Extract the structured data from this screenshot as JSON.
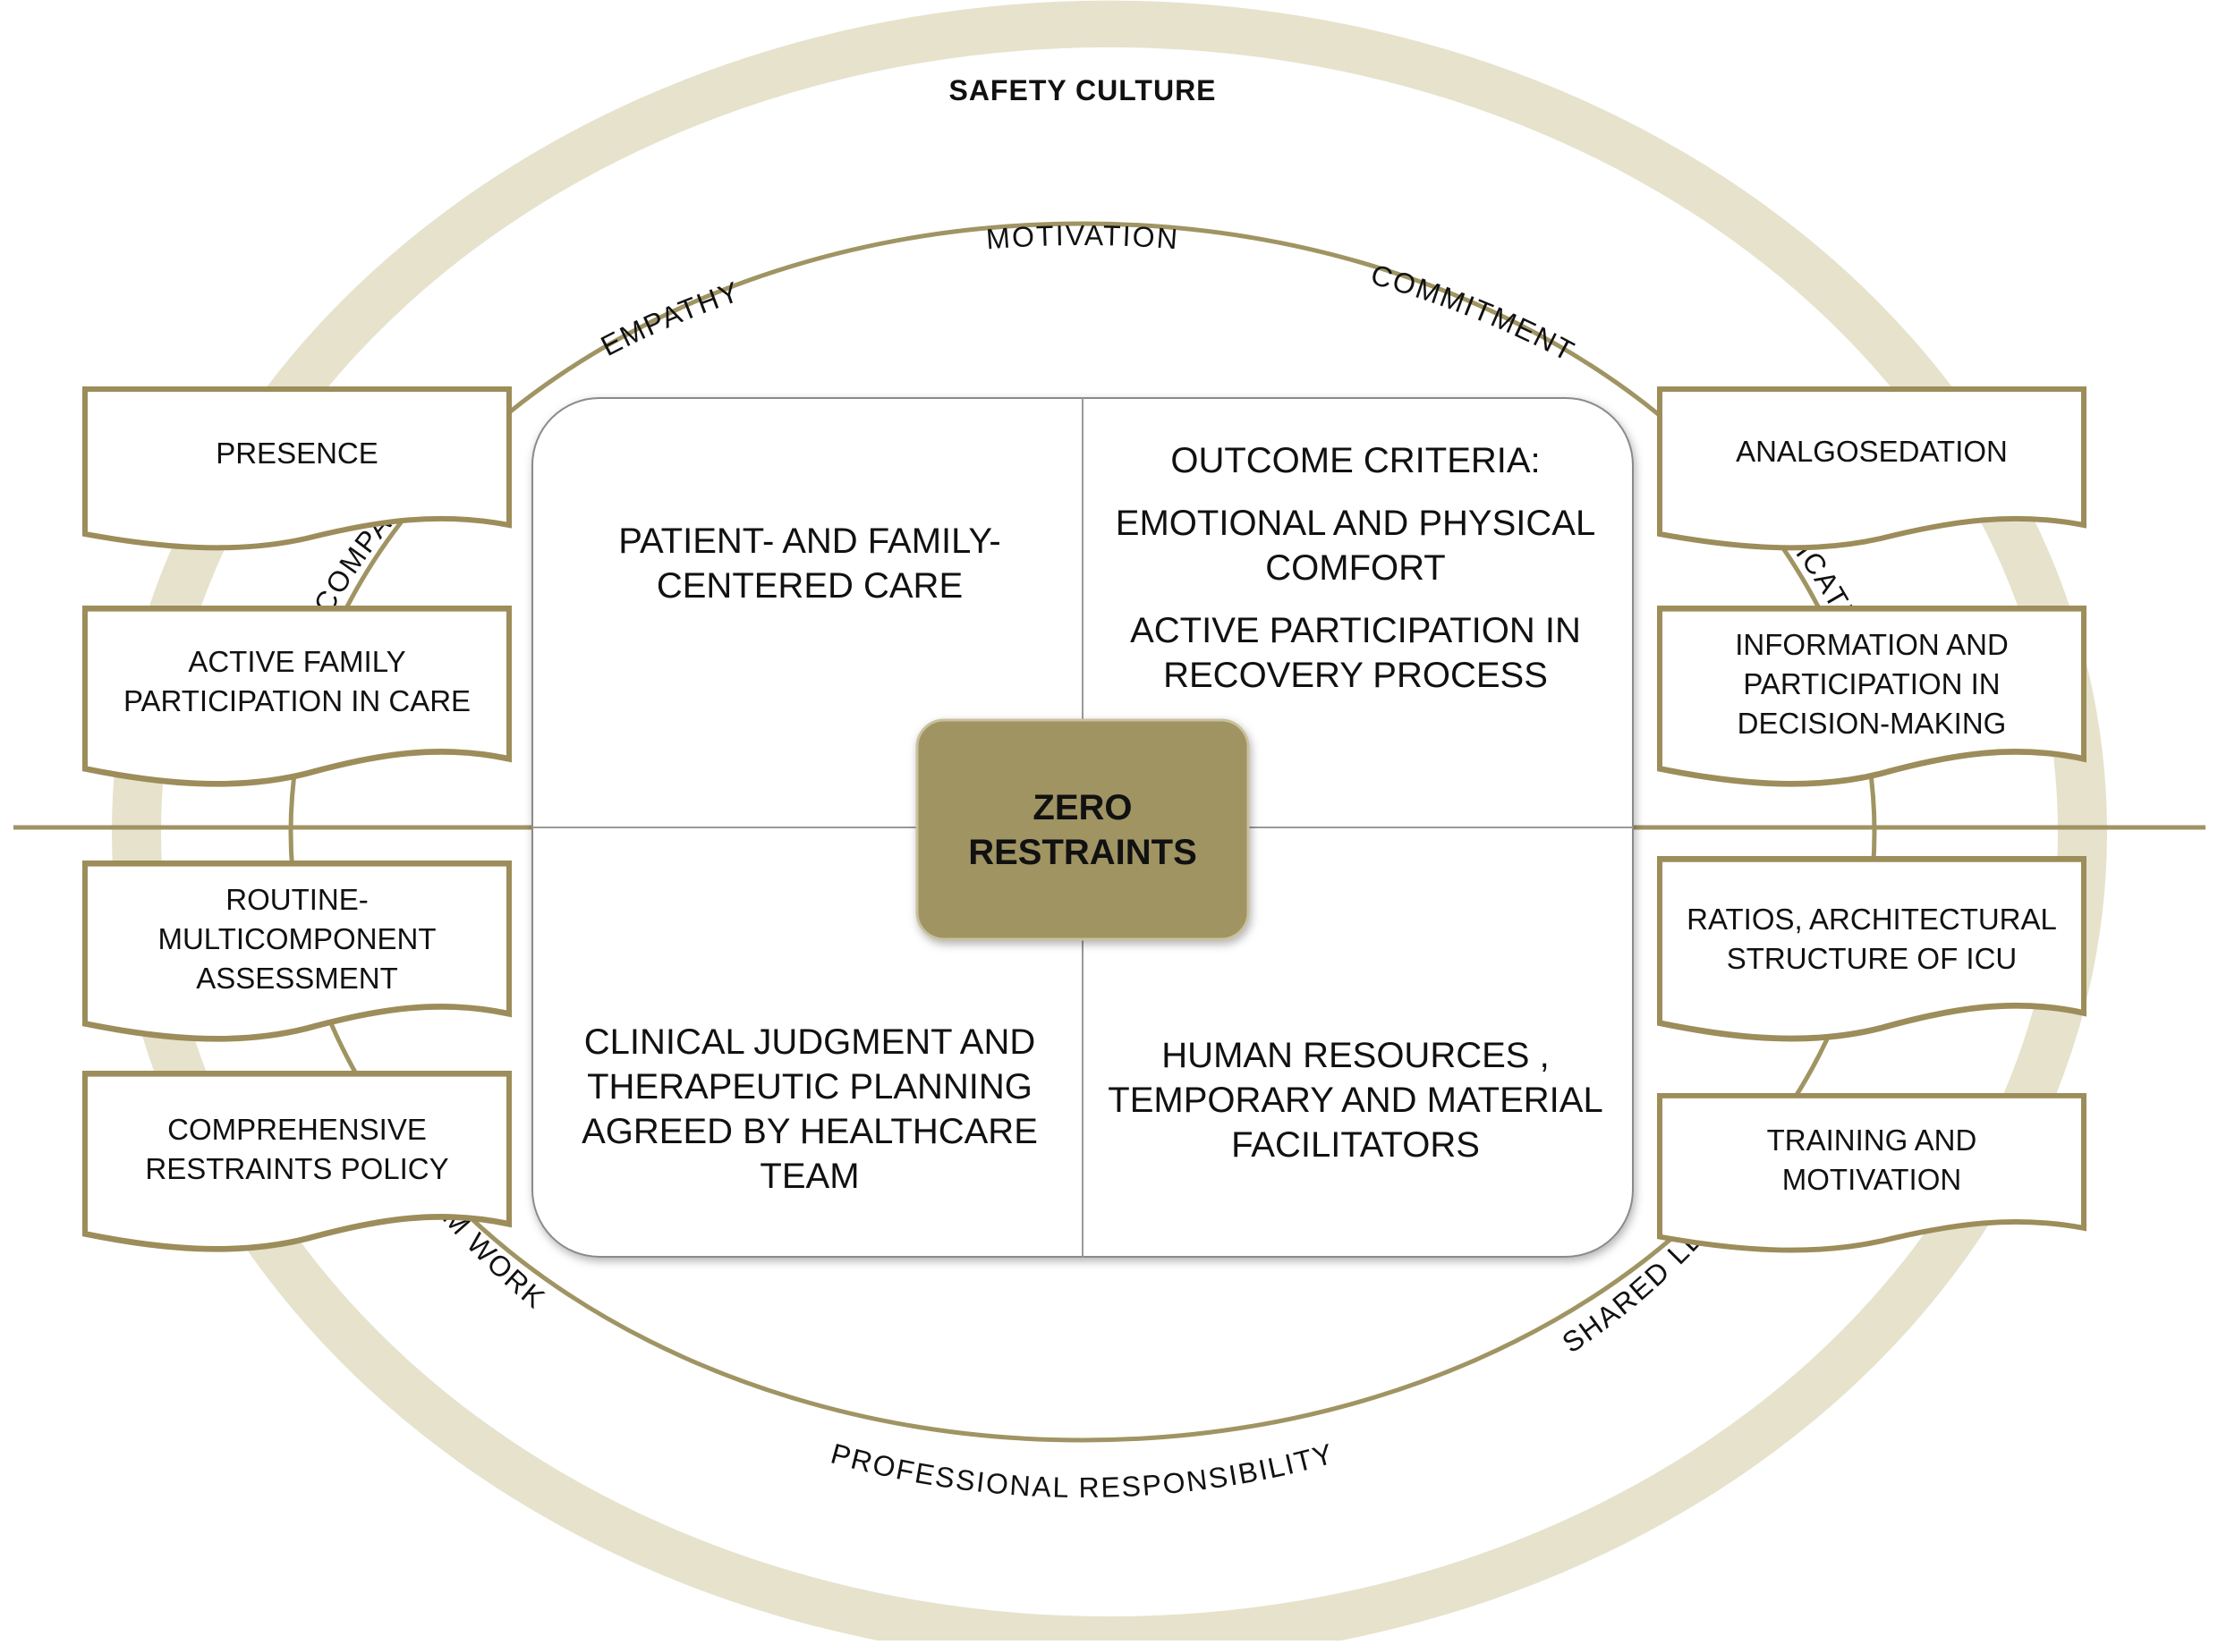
{
  "ring": {
    "title": "SAFETY CULTURE"
  },
  "values_top": [
    "COMPASSION",
    "EMPATHY",
    "MOTIVATION",
    "COMMITMENT",
    "COMMUNICATION"
  ],
  "values_bottom": [
    "TEAM WORK",
    "PROFESSIONAL RESPONSIBILITY",
    "SHARED LEADERSHIP"
  ],
  "left_boxes": [
    "PRESENCE",
    "ACTIVE FAMILY\nPARTICIPATION IN CARE",
    "ROUTINE-\nMULTICOMPONENT\nASSESSMENT",
    "COMPREHENSIVE\nRESTRAINTS POLICY"
  ],
  "right_boxes": [
    "ANALGOSEDATION",
    "INFORMATION AND\nPARTICIPATION IN\nDECISION-MAKING",
    "RATIOS, ARCHITECTURAL\nSTRUCTURE OF ICU",
    "TRAINING AND\nMOTIVATION"
  ],
  "quadrants": {
    "top_left": "PATIENT- AND FAMILY-\nCENTERED CARE",
    "top_right": {
      "heading": "OUTCOME CRITERIA:",
      "item1": "EMOTIONAL AND PHYSICAL\nCOMFORT",
      "item2": "ACTIVE PARTICIPATION IN\nRECOVERY PROCESS"
    },
    "bottom_left": "CLINICAL JUDGMENT AND\nTHERAPEUTIC PLANNING\nAGREED BY HEALTHCARE\nTEAM",
    "bottom_right": "HUMAN RESOURCES ,\nTEMPORARY AND MATERIAL\nFACILITATORS"
  },
  "center": {
    "label": "ZERO\nRESTRAINTS"
  },
  "colors": {
    "band": "#e6e2cc",
    "gold": "#a09463",
    "outline": "#9c8d5a",
    "divider": "#999999"
  }
}
